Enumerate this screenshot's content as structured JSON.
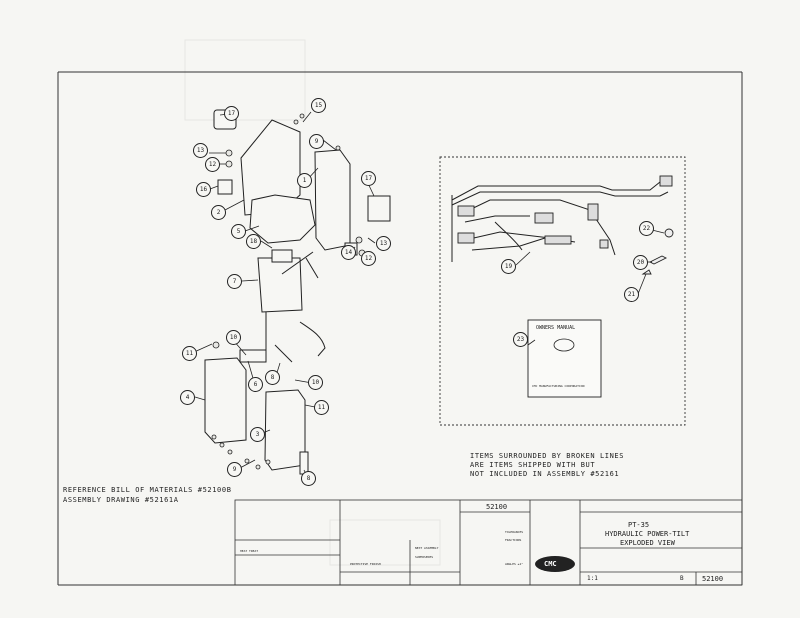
{
  "notes": {
    "shipped_line1": "ITEMS SURROUNDED BY BROKEN LINES",
    "shipped_line2": "ARE ITEMS SHIPPED WITH BUT",
    "shipped_line3": "NOT INCLUDED IN ASSEMBLY #52161",
    "reference_line1": "REFERENCE BILL OF MATERIALS #52100B",
    "reference_line2": "ASSEMBLY DRAWING #52161A"
  },
  "manual": {
    "title": "OWNERS MANUAL",
    "footer": "CMC MANUFACTURING CORPORATION"
  },
  "title_block": {
    "top_number": "52100",
    "title_line1": "PT-35",
    "title_line2": "HYDRAULIC POWER-TILT",
    "title_line3": "EXPLODED VIEW",
    "logo": "CMC",
    "scale": "1:1",
    "size": "B",
    "drawing_number": "52100",
    "finish_label": "PROTECTIVE FINISH",
    "next_assembly": "NEXT ASSEMBLY",
    "supersedes": "SUPERSEDES",
    "heat_treat": "HEAT TREAT",
    "tolerances": "TOLERANCES",
    "fractions": "FRACTIONS",
    "angles": "ANGLES ±1°"
  },
  "callouts": [
    {
      "label": "17"
    },
    {
      "label": "15"
    },
    {
      "label": "9"
    },
    {
      "label": "13"
    },
    {
      "label": "12"
    },
    {
      "label": "1"
    },
    {
      "label": "16"
    },
    {
      "label": "2"
    },
    {
      "label": "17"
    },
    {
      "label": "5"
    },
    {
      "label": "18"
    },
    {
      "label": "14"
    },
    {
      "label": "13"
    },
    {
      "label": "12"
    },
    {
      "label": "7"
    },
    {
      "label": "10"
    },
    {
      "label": "11"
    },
    {
      "label": "6"
    },
    {
      "label": "8"
    },
    {
      "label": "10"
    },
    {
      "label": "4"
    },
    {
      "label": "3"
    },
    {
      "label": "11"
    },
    {
      "label": "9"
    },
    {
      "label": "8"
    },
    {
      "label": "19"
    },
    {
      "label": "22"
    },
    {
      "label": "20"
    },
    {
      "label": "21"
    },
    {
      "label": "23"
    }
  ]
}
